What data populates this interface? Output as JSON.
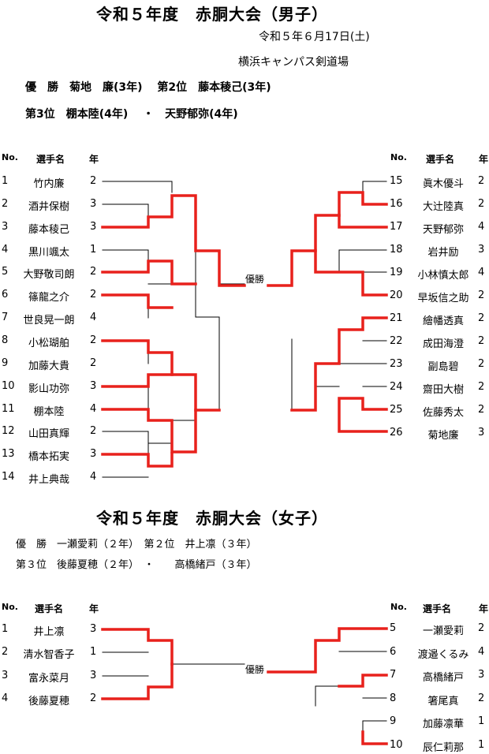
{
  "men": {
    "title": "令和５年度　赤胴大会（男子）",
    "date": "令和５年６月17日(土)",
    "venue": "横浜キャンパス剣道場",
    "results_line1": "優　勝　菊地　廉(3年)　 第2位　藤本稜己(3年)",
    "results_line2": "第3位　棚本陸(4年)　 ・　天野郁弥(4年)",
    "headers": {
      "no": "No.",
      "name": "選手名",
      "year": "年"
    },
    "final_label": "優勝",
    "left_players": [
      {
        "no": "1",
        "name": "竹内廉",
        "year": "2"
      },
      {
        "no": "2",
        "name": "酒井保樹",
        "year": "3"
      },
      {
        "no": "3",
        "name": "藤本稜己",
        "year": "3"
      },
      {
        "no": "4",
        "name": "黒川颯太",
        "year": "1"
      },
      {
        "no": "5",
        "name": "大野敬司朗",
        "year": "2"
      },
      {
        "no": "6",
        "name": "篠龍之介",
        "year": "2"
      },
      {
        "no": "7",
        "name": "世良晃一朗",
        "year": "4"
      },
      {
        "no": "8",
        "name": "小松瑚舶",
        "year": "2"
      },
      {
        "no": "9",
        "name": "加藤大貴",
        "year": "2"
      },
      {
        "no": "10",
        "name": "影山功弥",
        "year": "3"
      },
      {
        "no": "11",
        "name": "棚本陸",
        "year": "4"
      },
      {
        "no": "12",
        "name": "山田真輝",
        "year": "2"
      },
      {
        "no": "13",
        "name": "橋本拓実",
        "year": "3"
      },
      {
        "no": "14",
        "name": "井上典哉",
        "year": "4"
      }
    ],
    "right_players": [
      {
        "no": "15",
        "name": "眞木優斗",
        "year": "2"
      },
      {
        "no": "16",
        "name": "大辻陸真",
        "year": "2"
      },
      {
        "no": "17",
        "name": "天野郁弥",
        "year": "4"
      },
      {
        "no": "18",
        "name": "岩井励",
        "year": "3"
      },
      {
        "no": "19",
        "name": "小林慎太郎",
        "year": "4"
      },
      {
        "no": "20",
        "name": "早坂信之助",
        "year": "2"
      },
      {
        "no": "21",
        "name": "繪幡透真",
        "year": "2"
      },
      {
        "no": "22",
        "name": "成田海澄",
        "year": "2"
      },
      {
        "no": "23",
        "name": "副島碧",
        "year": "2"
      },
      {
        "no": "24",
        "name": "齋田大樹",
        "year": "2"
      },
      {
        "no": "25",
        "name": "佐藤秀太",
        "year": "2"
      },
      {
        "no": "26",
        "name": "菊地廉",
        "year": "3"
      }
    ]
  },
  "women": {
    "title": "令和５年度　赤胴大会（女子）",
    "results_line1": "優　勝　一瀬愛莉（２年）　第２位　井上凛（３年）",
    "results_line2": "第３位　後藤夏穂（２年）　・　　高橋緒戸（３年）",
    "headers": {
      "no": "No.",
      "name": "選手名",
      "year": "年"
    },
    "final_label": "優勝",
    "left_players": [
      {
        "no": "1",
        "name": "井上凛",
        "year": "3"
      },
      {
        "no": "2",
        "name": "清水智香子",
        "year": "1"
      },
      {
        "no": "3",
        "name": "富永菜月",
        "year": "3"
      },
      {
        "no": "4",
        "name": "後藤夏穂",
        "year": "2"
      }
    ],
    "right_players": [
      {
        "no": "5",
        "name": "一瀬愛莉",
        "year": "2"
      },
      {
        "no": "6",
        "name": "渡邉くるみ",
        "year": "4"
      },
      {
        "no": "7",
        "name": "高橋緒戸",
        "year": "3"
      },
      {
        "no": "8",
        "name": "箸尾真",
        "year": "2"
      },
      {
        "no": "9",
        "name": "加藤凛華",
        "year": "1"
      },
      {
        "no": "10",
        "name": "辰仁莉那",
        "year": "1"
      }
    ]
  },
  "colors": {
    "win_line": "#e8211c",
    "line": "#000000"
  }
}
